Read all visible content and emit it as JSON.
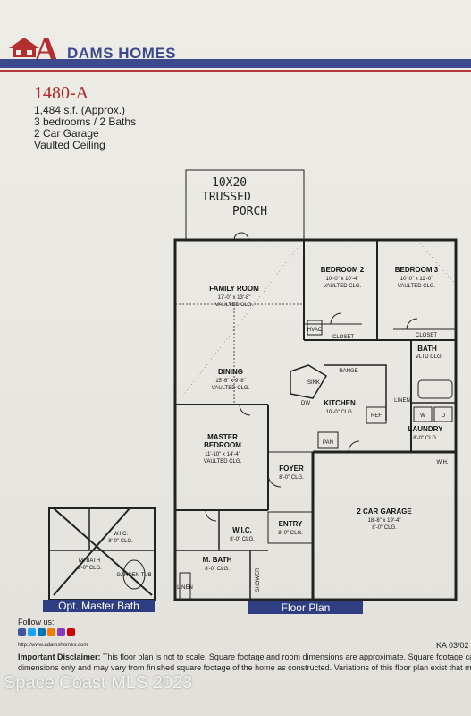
{
  "brand": {
    "letter": "A",
    "name": "DAMS HOMES"
  },
  "model": "1480-A",
  "specs": [
    "1,484 s.f. (Approx.)",
    "3 bedrooms / 2 Baths",
    "2 Car Garage",
    "Vaulted Ceiling"
  ],
  "porch_note": [
    "10X20",
    "TRUSSED",
    "PORCH"
  ],
  "rooms": {
    "family": {
      "name": "FAMILY ROOM",
      "dim": "17'-0\" x 13'-8\"",
      "clg": "VAULTED CLG."
    },
    "bed2": {
      "name": "BEDROOM 2",
      "dim": "10'-0\" x 10'-4\"",
      "clg": "VAULTED CLG."
    },
    "bed3": {
      "name": "BEDROOM 3",
      "dim": "10'-0\" x 11'-0\"",
      "clg": "VAULTED CLG."
    },
    "dining": {
      "name": "DINING",
      "dim": "15'-6\" x 9'-8\"",
      "clg": "VAULTED CLG."
    },
    "kitchen": {
      "name": "KITCHEN",
      "dim": "10'-0\" CLG."
    },
    "master": {
      "name1": "MASTER",
      "name2": "BEDROOM",
      "dim": "11'-10\" x 14'-4\"",
      "clg": "VAULTED CLG."
    },
    "foyer": {
      "name": "FOYER",
      "dim": "8'-0\" CLG."
    },
    "entry": {
      "name": "ENTRY",
      "dim": "8'-0\" CLG."
    },
    "garage": {
      "name": "2 CAR GARAGE",
      "dim": "18'-8\" x 19'-4\"",
      "clg": "8'-0\" CLG."
    },
    "laundry": {
      "name": "LAUNDRY",
      "dim": "8'-0\" CLG."
    },
    "wic": {
      "name": "W.I.C.",
      "dim": "8'-0\" CLG."
    },
    "mbath": {
      "name": "M. BATH",
      "dim": "8'-0\" CLG."
    },
    "bath": {
      "name": "BATH",
      "dim": "VLTD CLG."
    }
  },
  "fixtures": {
    "hvac": "HVAC",
    "closet": "CLOSET",
    "range": "RANGE",
    "dw": "DW",
    "ref": "REF",
    "pan": "PAN",
    "linen": "LINEN",
    "wh": "W.H.",
    "w": "W",
    "d": "D",
    "sink": "SINK",
    "shower": "SHOWER"
  },
  "alt_plan": {
    "wic": "W.I.C.",
    "wic_dim": "8'-0\" CLG.",
    "bath": "M. BATH",
    "bath_dim": "8'-0\" CLG.",
    "tub": "GARDEN TUB"
  },
  "labels": {
    "opt_master": "Opt. Master Bath",
    "floor_plan": "Floor Plan"
  },
  "footer": {
    "follow": "Follow us:",
    "url": "http://www.adamshomes.com",
    "ka": "KA 03/02",
    "disclaimer_bold": "Important Disclaimer:",
    "disclaimer_1": "This floor plan is not to scale. Square footage and room dimensions are approximate. Square footage calculations are based on four",
    "disclaimer_2": "dimensions only and may vary from finished square footage of the home as constructed. Variations of this floor plan exist that may not be represented in th",
    "watermark": "Space Coast MLS 2023"
  },
  "colors": {
    "brand_blue": "#3b4a8c",
    "brand_red": "#b32e2e",
    "label_bar": "#2f3d82"
  },
  "social_icons": [
    "facebook-icon",
    "twitter-icon",
    "linkedin-icon",
    "blog-icon",
    "instagram-icon",
    "youtube-icon"
  ]
}
